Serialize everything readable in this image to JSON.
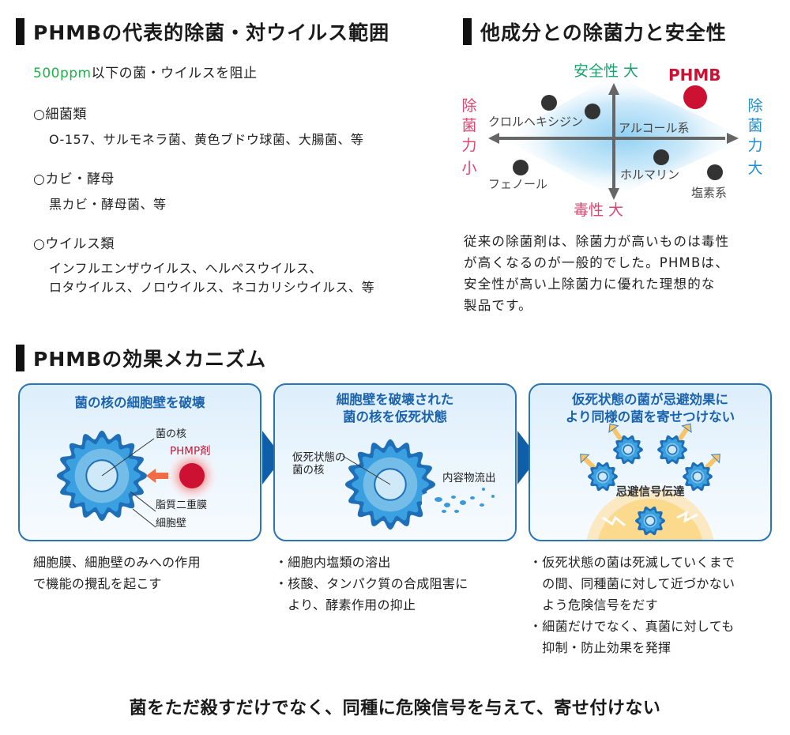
{
  "range_section": {
    "title": "PHMBの代表的除菌・対ウイルス範囲",
    "highlight_value": "500ppm",
    "highlight_rest": "以下の菌・ウイルスを阻止",
    "highlight_color": "#22b14c",
    "categories": [
      {
        "heading": "○細菌類",
        "lines": [
          "O-157、サルモネラ菌、黄色ブドウ球菌、大腸菌、等"
        ]
      },
      {
        "heading": "○カビ・酵母",
        "lines": [
          "黒カビ・酵母菌、等"
        ]
      },
      {
        "heading": "○ウイルス類",
        "lines": [
          "インフルエンザウイルス、ヘルペスウイルス、",
          "ロタウイルス、ノロウイルス、ネコカリシウイルス、等"
        ]
      }
    ]
  },
  "comparison_section": {
    "title": "他成分との除菌力と安全性",
    "axes": {
      "top": "安全性 大",
      "bottom": "毒性 大",
      "left": [
        "除",
        "菌",
        "力",
        "小"
      ],
      "right": [
        "除",
        "菌",
        "力",
        "大"
      ],
      "top_color": "#1aa370",
      "bottom_color": "#e0456f",
      "left_color": "#e0456f",
      "right_color": "#1e8fd0"
    },
    "points": [
      {
        "name": "PHMB",
        "quadrant": "top-right",
        "highlight": true,
        "color": "#cc1133"
      },
      {
        "name": "クロルヘキシジン",
        "quadrant": "top-left",
        "highlight": false,
        "color": "#333333"
      },
      {
        "name": "アルコール系",
        "quadrant": "top-right",
        "highlight": false,
        "color": "#333333"
      },
      {
        "name": "フェノール",
        "quadrant": "bottom-left",
        "highlight": false,
        "color": "#333333"
      },
      {
        "name": "ホルマリン",
        "quadrant": "bottom-right",
        "highlight": false,
        "color": "#333333"
      },
      {
        "name": "塩素系",
        "quadrant": "bottom-right",
        "highlight": false,
        "color": "#333333"
      }
    ],
    "description": [
      "従来の除菌剤は、除菌力が高いものは毒性",
      "が高くなるのが一般的でした。PHMBは、",
      "安全性が高い上除菌力に優れた理想的な",
      "製品です。"
    ]
  },
  "mechanism_section": {
    "title": "PHMBの効果メカニズム",
    "steps": [
      {
        "title": [
          "菌の核の細胞壁を破壊"
        ],
        "labels": {
          "nucleus": "菌の核",
          "agent": "PHMP剤",
          "membrane": "脂質二重膜",
          "wall": "細胞壁"
        },
        "description": [
          "細胞膜、細胞壁のみへの作用",
          "で機能の攪乱を起こす"
        ]
      },
      {
        "title": [
          "細胞壁を破壊された",
          "菌の核を仮死状態"
        ],
        "labels": {
          "nucleus": "仮死状態の",
          "nucleus2": "菌の核",
          "outflow": "内容物流出"
        },
        "description": [
          "・細胞内塩類の溶出",
          "・核酸、タンパク質の合成阻害に",
          "　より、酵素作用の抑止"
        ]
      },
      {
        "title": [
          "仮死状態の菌が忌避効果に",
          "より同様の菌を寄せつけない"
        ],
        "labels": {
          "signal": "忌避信号伝達"
        },
        "description": [
          "・仮死状態の菌は死滅していくまで",
          "　の間、同種菌に対して近づかない",
          "　よう危険信号をだす",
          "・細菌だけでなく、真菌に対しても",
          "　抑制・防止効果を発揮"
        ]
      }
    ]
  },
  "footer": "菌をただ殺すだけでなく、同種に危険信号を与えて、寄せ付けない"
}
